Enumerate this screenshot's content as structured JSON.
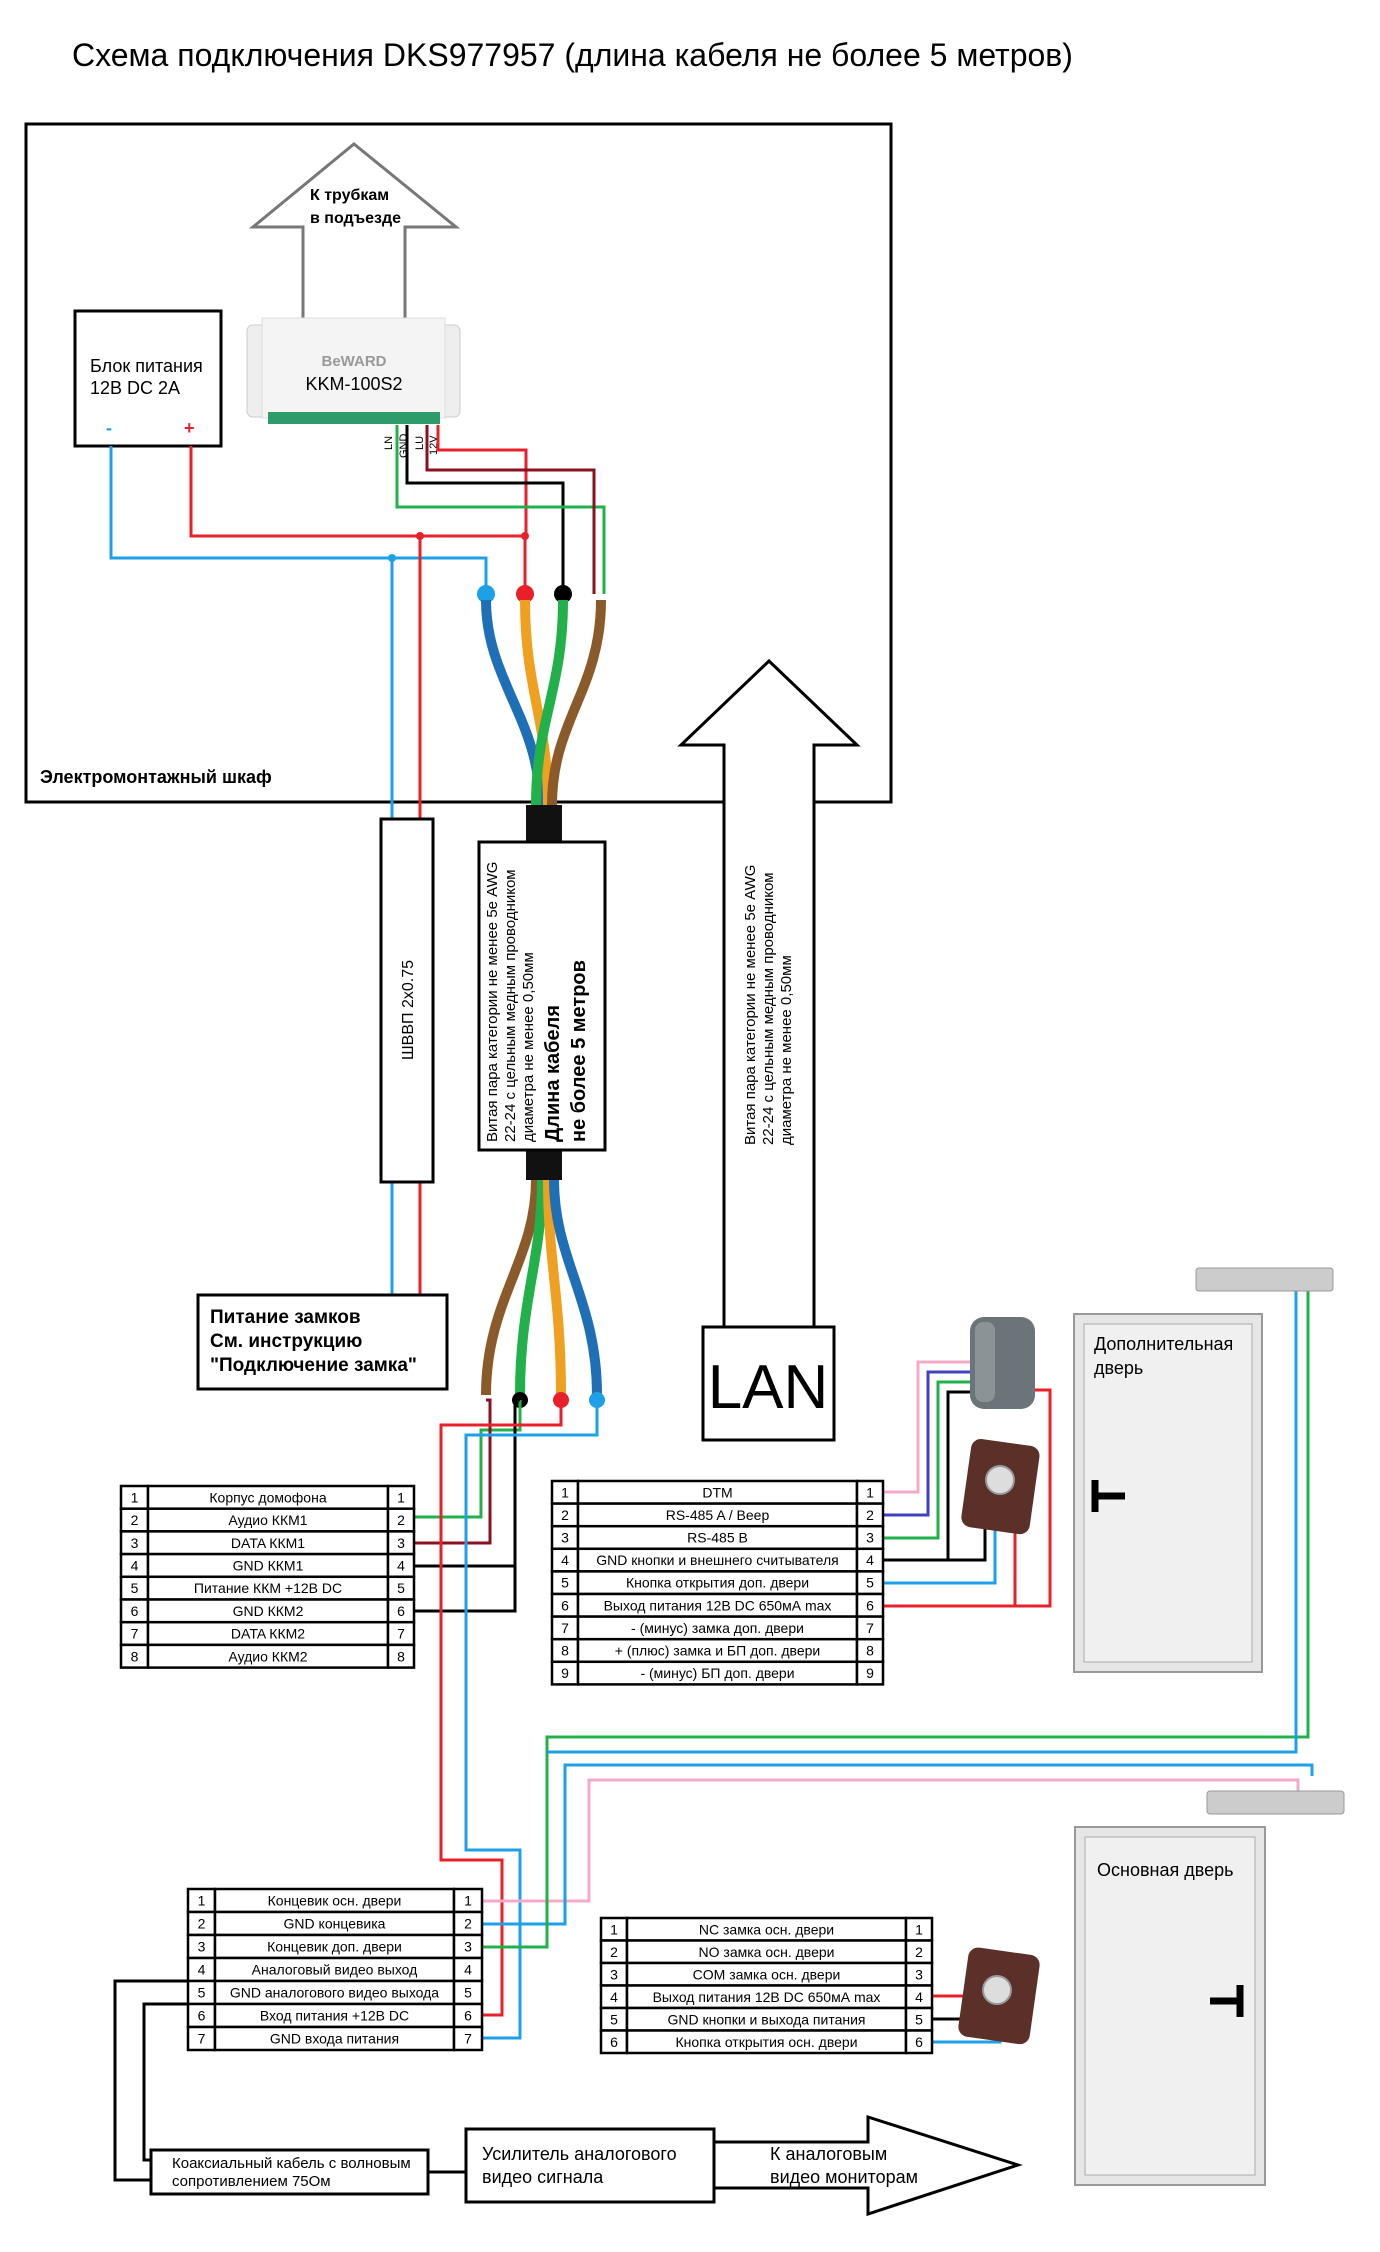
{
  "title": "Схема подключения DKS977957 (длина кабеля не более 5 метров)",
  "cabinet": {
    "label": "Электромонтажный шкаф"
  },
  "handsets_arrow": {
    "line1": "К трубкам",
    "line2": "в подъезде"
  },
  "psu": {
    "line1": "Блок питания",
    "line2": "12В DC 2А",
    "minus": "-",
    "plus": "+"
  },
  "kkm": {
    "brand": "BeWARD",
    "model": "KKM-100S2",
    "terminals": [
      "LN",
      "GND",
      "LU",
      "12V"
    ]
  },
  "power_cable": {
    "label": "ШВВП 2х0.75"
  },
  "twisted_pair": {
    "line1": "Витая пара категории не менее 5е AWG",
    "line2": "22-24 с цельным медным проводником",
    "line3": "диаметра не менее 0,50мм",
    "bold1": "Длина кабеля",
    "bold2": "не более 5 метров"
  },
  "lan_cable": {
    "line1": "Витая пара категории не менее 5е AWG",
    "line2": "22-24 с цельным медным проводником",
    "line3": "диаметра не менее 0,50мм"
  },
  "lan": {
    "label": "LAN"
  },
  "lock_power": {
    "line1": "Питание замков",
    "line2": "См. инструкцию",
    "line3": "\"Подключение замка\""
  },
  "tables": {
    "kkm_connector": [
      {
        "n": "1",
        "label": "Корпус домофона"
      },
      {
        "n": "2",
        "label": "Аудио ККМ1"
      },
      {
        "n": "3",
        "label": "DATA ККМ1"
      },
      {
        "n": "4",
        "label": "GND ККМ1"
      },
      {
        "n": "5",
        "label": "Питание ККМ +12В DC"
      },
      {
        "n": "6",
        "label": "GND ККМ2"
      },
      {
        "n": "7",
        "label": "DATA ККМ2"
      },
      {
        "n": "8",
        "label": "Аудио ККМ2"
      }
    ],
    "extra_door_connector": [
      {
        "n": "1",
        "label": "DTM"
      },
      {
        "n": "2",
        "label": "RS-485 A / Beep"
      },
      {
        "n": "3",
        "label": "RS-485 B"
      },
      {
        "n": "4",
        "label": "GND кнопки и внешнего считывателя"
      },
      {
        "n": "5",
        "label": "Кнопка открытия доп. двери"
      },
      {
        "n": "6",
        "label": "Выход питания 12В DC 650мА max"
      },
      {
        "n": "7",
        "label": "- (минус) замка доп. двери"
      },
      {
        "n": "8",
        "label": "+ (плюс) замка и БП доп. двери"
      },
      {
        "n": "9",
        "label": "- (минус) БП доп. двери"
      }
    ],
    "sensor_video_connector": [
      {
        "n": "1",
        "label": "Концевик осн. двери"
      },
      {
        "n": "2",
        "label": "GND концевика"
      },
      {
        "n": "3",
        "label": "Концевик доп. двери"
      },
      {
        "n": "4",
        "label": "Аналоговый видео выход"
      },
      {
        "n": "5",
        "label": "GND аналогового видео выхода"
      },
      {
        "n": "6",
        "label": "Вход питания +12В DC"
      },
      {
        "n": "7",
        "label": "GND входа питания"
      }
    ],
    "main_door_connector": [
      {
        "n": "1",
        "label": "NC замка осн. двери"
      },
      {
        "n": "2",
        "label": "NO замка осн. двери"
      },
      {
        "n": "3",
        "label": "COM замка осн. двери"
      },
      {
        "n": "4",
        "label": "Выход питания 12В DC 650мА max"
      },
      {
        "n": "5",
        "label": "GND кнопки и выхода питания"
      },
      {
        "n": "6",
        "label": "Кнопка открытия осн. двери"
      }
    ]
  },
  "coax": {
    "line1": "Коаксиальный кабель с волновым",
    "line2": "сопротивлением 75Ом"
  },
  "amplifier": {
    "line1": "Усилитель аналогового",
    "line2": "видео сигнала"
  },
  "monitors_arrow": {
    "line1": "К аналоговым",
    "line2": "видео мониторам"
  },
  "extra_door": {
    "line1": "Дополнительная",
    "line2": "дверь"
  },
  "main_door": {
    "label": "Основная дверь"
  },
  "colors": {
    "red": "#e8202a",
    "blue": "#1ea0e6",
    "green": "#22b04a",
    "black": "#000000",
    "maroon": "#8b1020",
    "pink": "#f5a8c8",
    "violet": "#4040c0"
  }
}
